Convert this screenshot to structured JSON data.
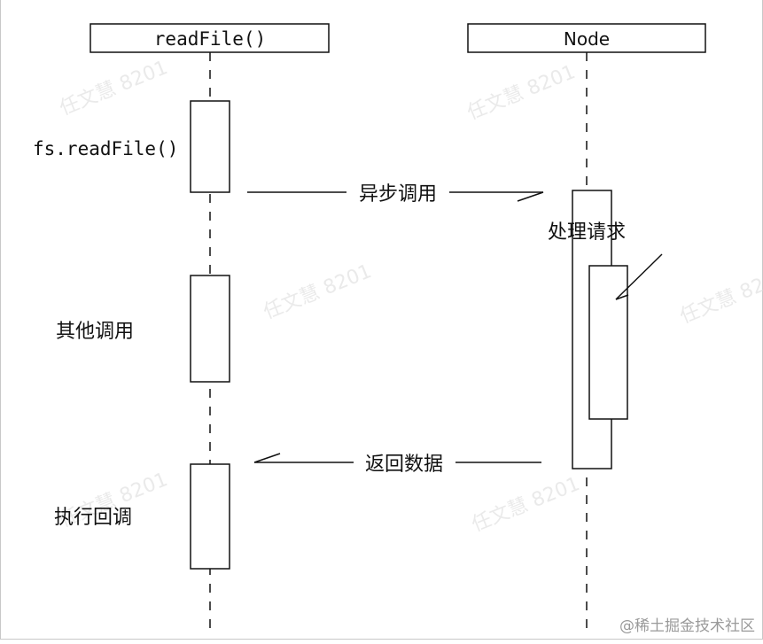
{
  "participants": {
    "left": "readFile()",
    "right": "Node"
  },
  "labels": {
    "fs_readfile": "fs.readFile()",
    "async_call": "异步调用",
    "process_request": "处理请求",
    "other_calls": "其他调用",
    "return_data": "返回数据",
    "exec_callback": "执行回调"
  },
  "watermark": "任文慧 8201",
  "credit": "@稀土掘金技术社区"
}
